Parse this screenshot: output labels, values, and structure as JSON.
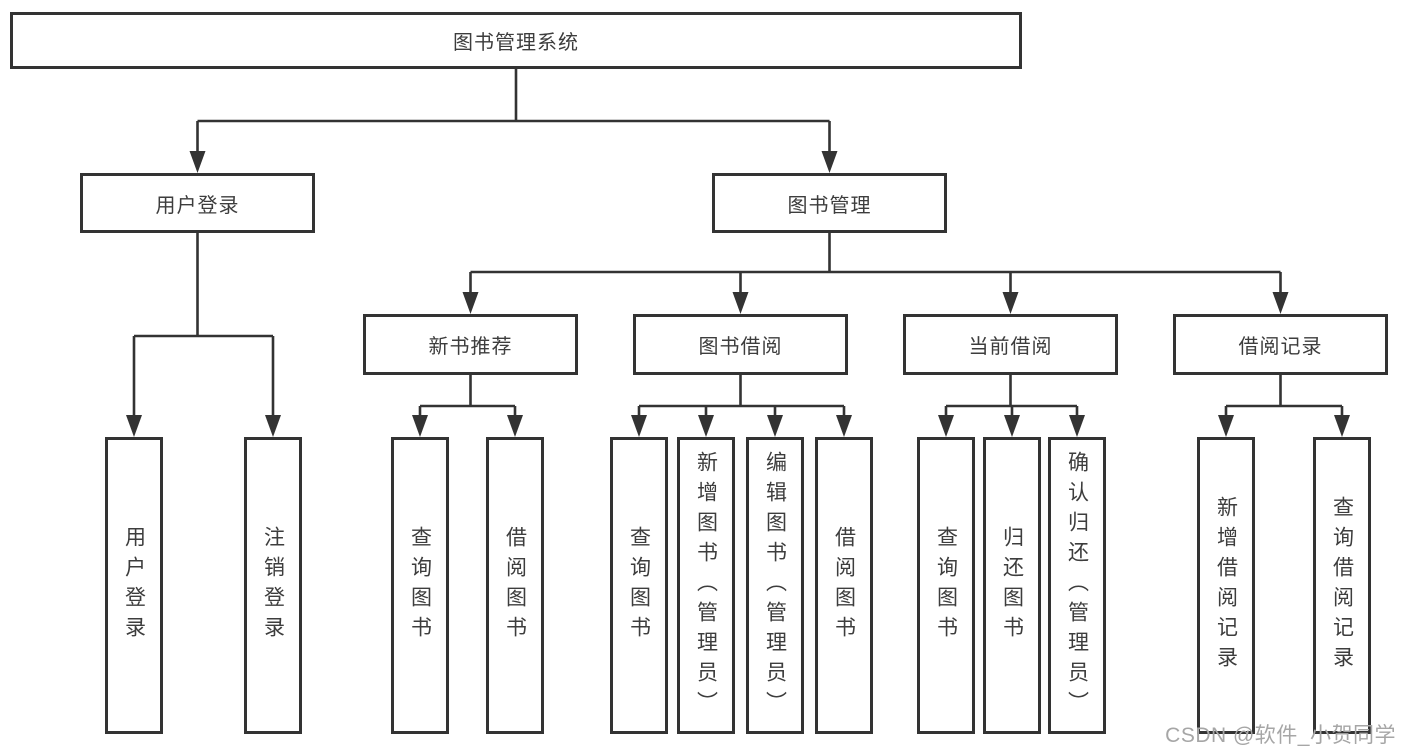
{
  "colors": {
    "background": "#ffffff",
    "line": "#333333",
    "box_border": "#333333",
    "text": "#3d3d3d",
    "watermark_text": "#a6a6a6"
  },
  "tree": {
    "root": "图书管理系统",
    "branches": [
      {
        "label": "用户登录",
        "leaves": [
          "用户登录",
          "注销登录"
        ]
      },
      {
        "label": "图书管理",
        "groups": [
          {
            "label": "新书推荐",
            "leaves": [
              "查询图书",
              "借阅图书"
            ]
          },
          {
            "label": "图书借阅",
            "leaves": [
              "查询图书",
              "新增图书（管理员）",
              "编辑图书（管理员）",
              "借阅图书"
            ]
          },
          {
            "label": "当前借阅",
            "leaves": [
              "查询图书",
              "归还图书",
              "确认归还（管理员）"
            ]
          },
          {
            "label": "借阅记录",
            "leaves": [
              "新增借阅记录",
              "查询借阅记录"
            ]
          }
        ]
      }
    ]
  },
  "watermark": {
    "text": "CSDN @软件_小贺同学"
  }
}
